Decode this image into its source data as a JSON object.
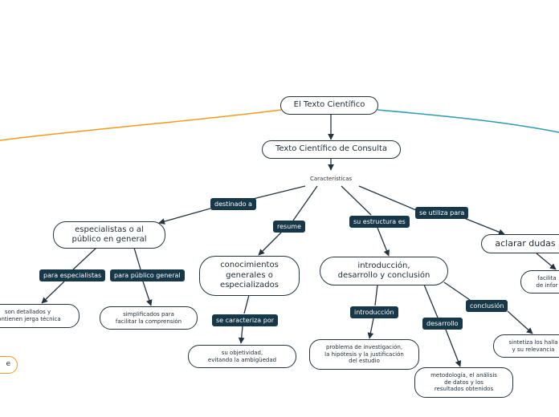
{
  "diagram": {
    "root": "El Texto Científico",
    "main": "Texto Científico de Consulta",
    "characteristics": "Características",
    "branches": {
      "audience": {
        "link": "destinado a",
        "node": "especialistas o al\npúblico en general",
        "specialists": {
          "link": "para especialistas",
          "node": "son detallados y\ncontienen jerga técnica"
        },
        "public": {
          "link": "para público general",
          "node": "simplificados para\nfacilitar la comprensión"
        }
      },
      "summary": {
        "link": "resume",
        "node": "conocimientos\ngenerales o\nespecializados",
        "trait": {
          "link": "se caracteriza por",
          "node": "su objetividad,\nevitando la ambigüedad"
        }
      },
      "structure": {
        "link": "su estructura es",
        "node": "introducción,\ndesarrollo y conclusión",
        "intro": {
          "link": "introducción",
          "node": "problema de investigación,\nla hipótesis y la justificación\ndel estudio"
        },
        "development": {
          "link": "desarrollo",
          "node": "metodología, el análisis\nde datos y los\nresultados obtenidos"
        },
        "conclusion": {
          "link": "conclusión",
          "node": "sintetiza los halla\ny su relevancia"
        }
      },
      "usage": {
        "link": "se utiliza para",
        "node": "aclarar dudas",
        "child": "facilita\nde infor"
      }
    },
    "left_fragment": "e"
  },
  "colors": {
    "node_border": "#23343f",
    "label_bg": "#163848",
    "left_branch": "#f39a1e",
    "right_branch": "#2a9bb5"
  }
}
